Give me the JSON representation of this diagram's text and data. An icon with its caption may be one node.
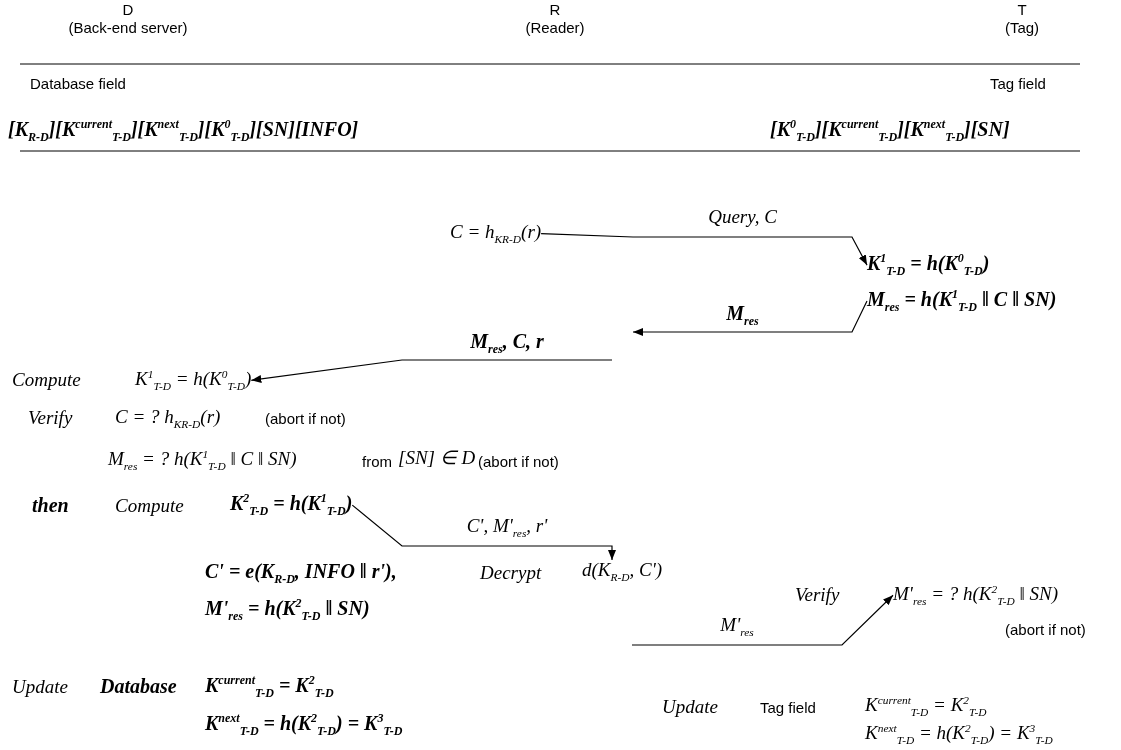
{
  "diagram": {
    "nodes": [
      {
        "text": [
          "C = h$_{KR-D}$(r)"
        ]
      },
      {
        "text": [
          "K$^{1}$$_{T-D}$ = h(K$^{0}$$_{T-D}$)"
        ]
      },
      {
        "text": [
          "M$_{res}$ = h(K$^{1}$$_{T-D}$ ‖ C ‖ SN)"
        ]
      },
      {
        "text": [
          "K$^{1}$$_{T-D}$ = h(K$^{0}$$_{T-D}$)"
        ]
      },
      {
        "text": [
          "K$^{2}$$_{T-D}$ = h(K$^{1}$$_{T-D}$)"
        ]
      },
      {
        "text": [
          "d(K$_{R-D}$, C')"
        ]
      },
      {
        "text": [
          "M'$_{res}$ = ? h(K$^{2}$$_{T-D}$ ‖ SN)"
        ]
      }
    ],
    "edges": [
      {
        "from": 0,
        "to": 1,
        "arrow": "to",
        "label": "Query, C"
      },
      {
        "from": 2,
        "to": null,
        "arrow": "to",
        "label": "M$_{res}$"
      },
      {
        "from": null,
        "to": 3,
        "arrow": "to",
        "label": "M$_{res}$, C, r"
      },
      {
        "from": 4,
        "to": 5,
        "arrow": "to",
        "label": "C', M'$_{res}$, r'"
      },
      {
        "from": null,
        "to": 6,
        "arrow": "to",
        "label": "M'$_{res}$"
      }
    ],
    "labels": [
      "D",
      "(Back-end server)",
      "R",
      "(Reader)",
      "T",
      "(Tag)",
      "Database field",
      "Tag field",
      "[K$_{R-D}$][K$^{current}$$_{T-D}$][K$^{next}$$_{T-D}$][K$^{0}$$_{T-D}$][SN][INFO]",
      "[K$^{0}$$_{T-D}$][K$^{current}$$_{T-D}$][K$^{next}$$_{T-D}$][SN]",
      "Compute",
      "Verify",
      "C = ? h$_{KR-D}$(r)",
      "(abort if not)",
      "M$_{res}$ = ? h(K$^{1}$$_{T-D}$ ‖ C ‖ SN)",
      "from",
      "[SN] ∈ D",
      "(abort if not)",
      "then",
      "Compute",
      "C' = e(K$_{R-D}$, INFO ‖ r'),",
      "Decrypt",
      "Verify",
      "M'$_{res}$ = h(K$^{2}$$_{T-D}$ ‖ SN)",
      "(abort if not)",
      "Update",
      "Database",
      "K$^{current}$$_{T-D}$ = K$^{2}$$_{T-D}$",
      "Update",
      "Tag field",
      "K$^{current}$$_{T-D}$ = K$^{2}$$_{T-D}$",
      "K$^{next}$$_{T-D}$ = h(K$^{2}$$_{T-D}$) = K$^{3}$$_{T-D}$",
      "K$^{next}$$_{T-D}$ = h(K$^{2}$$_{T-D}$) = K$^{3}$$_{T-D}$"
    ]
  }
}
